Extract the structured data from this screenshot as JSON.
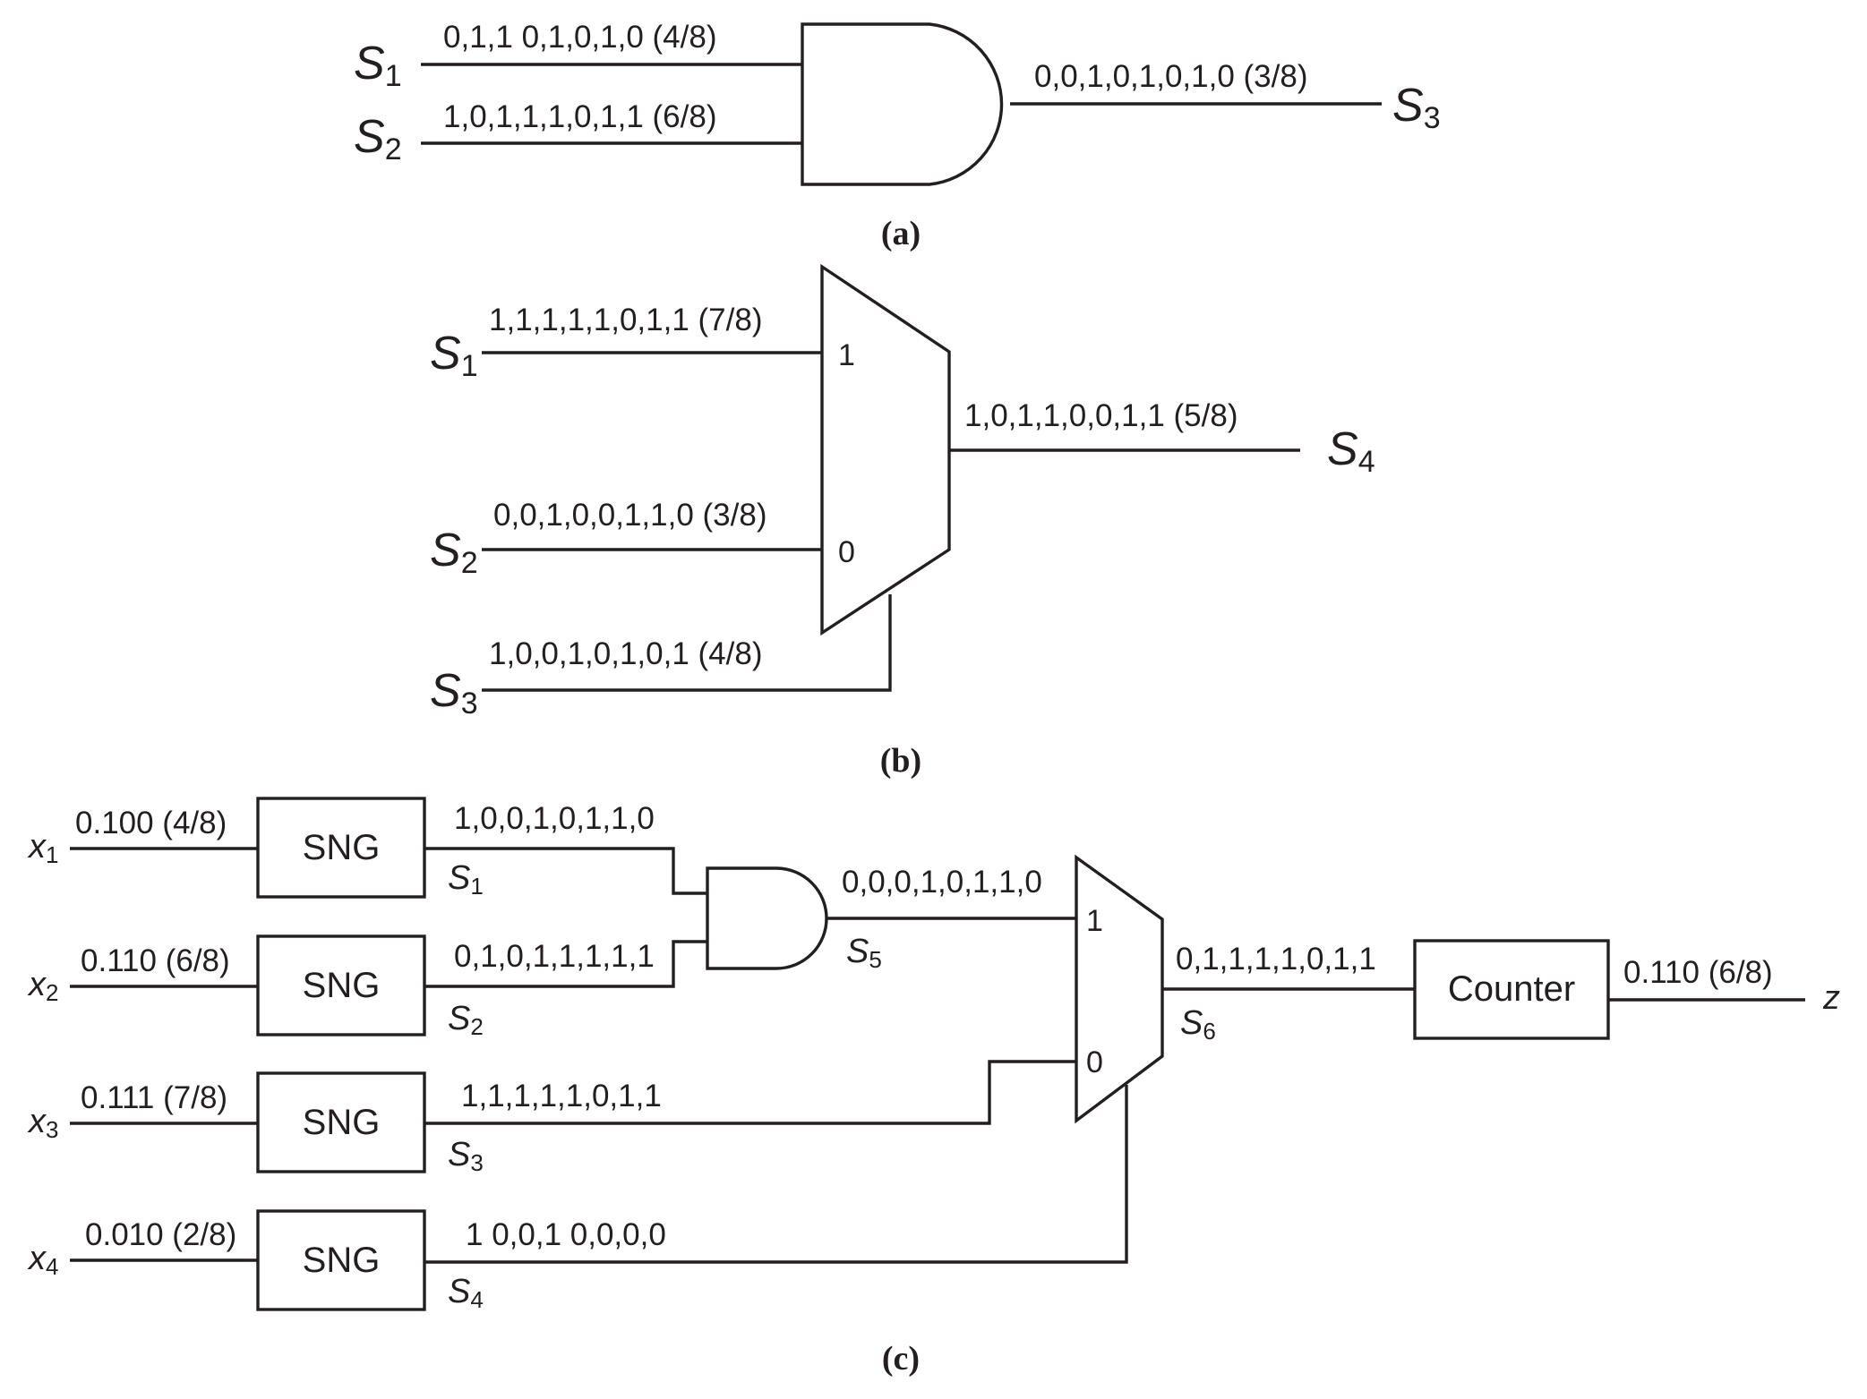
{
  "panel_a": {
    "caption": "(a)",
    "inputs": [
      {
        "name": "S",
        "sub": "1",
        "stream": "0,1,1 0,1,0,1,0 (4/8)"
      },
      {
        "name": "S",
        "sub": "2",
        "stream": "1,0,1,1,1,0,1,1 (6/8)"
      }
    ],
    "output": {
      "name": "S",
      "sub": "3",
      "stream": "0,0,1,0,1,0,1,0 (3/8)"
    }
  },
  "panel_b": {
    "caption": "(b)",
    "inputs": [
      {
        "name": "S",
        "sub": "1",
        "stream": "1,1,1,1,1,0,1,1 (7/8)"
      },
      {
        "name": "S",
        "sub": "2",
        "stream": "0,0,1,0,0,1,1,0 (3/8)"
      },
      {
        "name": "S",
        "sub": "3",
        "stream": "1,0,0,1,0,1,0,1 (4/8)"
      }
    ],
    "mux_pins": [
      "1",
      "0"
    ],
    "output": {
      "name": "S",
      "sub": "4",
      "stream": "1,0,1,1,0,0,1,1 (5/8)"
    }
  },
  "panel_c": {
    "caption": "(c)",
    "inputs": [
      {
        "name": "x",
        "sub": "1",
        "value": "0.100 (4/8)",
        "stream": "1,0,0,1,0,1,1,0",
        "sname": "S",
        "ssub": "1"
      },
      {
        "name": "x",
        "sub": "2",
        "value": "0.110 (6/8)",
        "stream": "0,1,0,1,1,1,1,1",
        "sname": "S",
        "ssub": "2"
      },
      {
        "name": "x",
        "sub": "3",
        "value": "0.111 (7/8)",
        "stream": "1,1,1,1,1,0,1,1",
        "sname": "S",
        "ssub": "3"
      },
      {
        "name": "x",
        "sub": "4",
        "value": "0.010 (2/8)",
        "stream": "1 0,0,1 0,0,0,0",
        "sname": "S",
        "ssub": "4"
      }
    ],
    "sng_label": "SNG",
    "and_output": {
      "name": "S",
      "sub": "5",
      "stream": "0,0,0,1,0,1,1,0"
    },
    "mux_pins": [
      "1",
      "0"
    ],
    "mux_output": {
      "name": "S",
      "sub": "6",
      "stream": "0,1,1,1,1,0,1,1"
    },
    "counter_label": "Counter",
    "output": {
      "name": "z",
      "value": "0.110 (6/8)"
    }
  }
}
